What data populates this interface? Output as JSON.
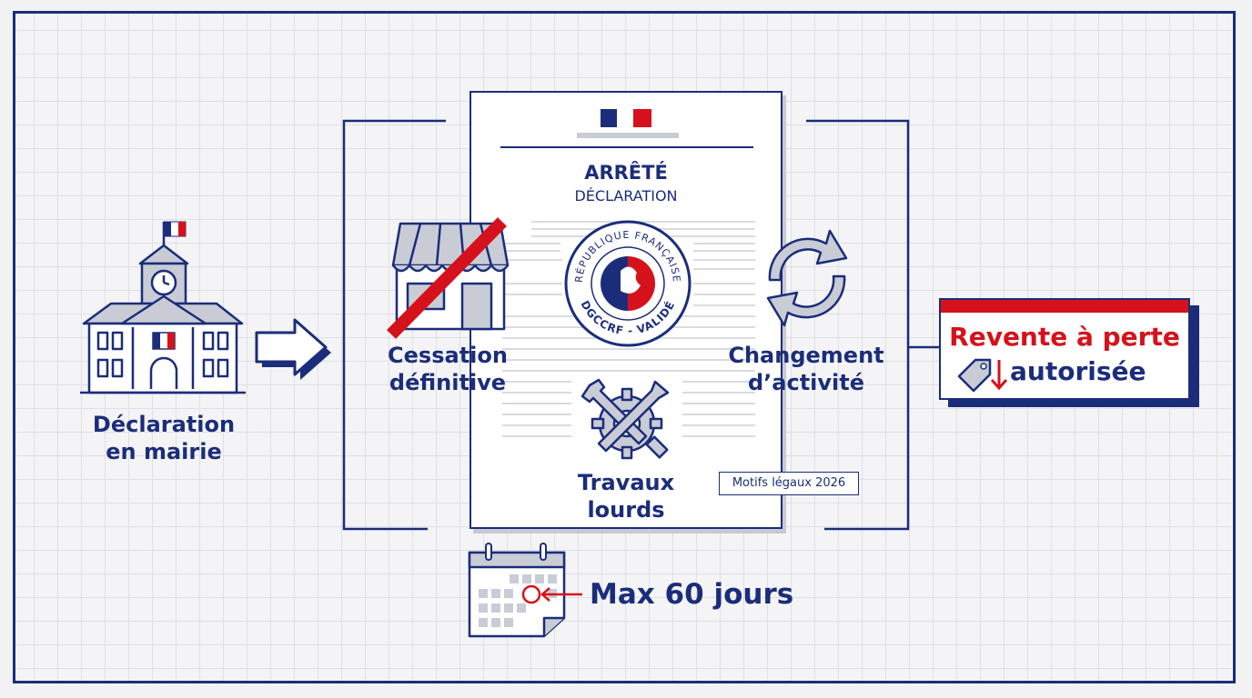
{
  "colors": {
    "navy": "#1b2d7a",
    "red": "#d5121b",
    "gray": "#9aa0ad",
    "grid": "#dfe0e6"
  },
  "steps": {
    "declaration": "Déclaration\nen mairie",
    "cessation": "Cessation\ndéfinitive",
    "changement": "Changement\nd’activité",
    "travaux": "Travaux\nlourds"
  },
  "document": {
    "title": "ARRÊTÉ",
    "subtitle": "DÉCLARATION",
    "seal_top": "RÉPUBLIQUE FRANÇAISE",
    "seal_bottom": "DGCCRF - VALIDÉ",
    "badge": "Motifs légaux 2026"
  },
  "result": {
    "line1": "Revente à perte",
    "line2": "autorisée"
  },
  "deadline": "Max 60 jours",
  "icons": [
    "town-hall-icon",
    "arrow-right-icon",
    "shop-crossed-icon",
    "cycle-arrows-icon",
    "tools-icon",
    "price-tag-down-icon",
    "calendar-icon"
  ]
}
